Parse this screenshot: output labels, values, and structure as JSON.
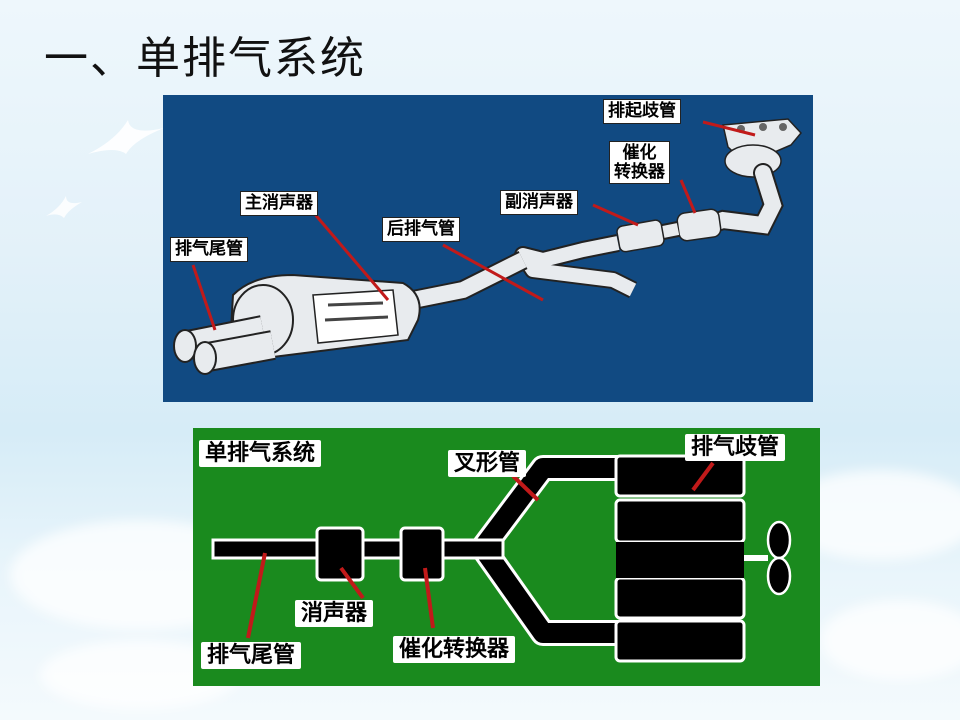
{
  "slide": {
    "title": "一、单排气系统"
  },
  "top_diagram": {
    "labels": {
      "exhaust_manifold": "排起歧管",
      "catalytic_converter_line1": "催化",
      "catalytic_converter_line2": "转换器",
      "secondary_muffler": "副消声器",
      "main_muffler": "主消声器",
      "rear_exhaust_pipe": "后排气管",
      "tail_pipe": "排气尾管"
    },
    "colors": {
      "background": "#114a82",
      "pipe": "#e8ebee",
      "leader": "#c11a1a"
    }
  },
  "bottom_diagram": {
    "labels": {
      "system_title": "单排气系统",
      "y_pipe": "叉形管",
      "exhaust_manifold": "排气歧管",
      "muffler": "消声器",
      "tail_pipe": "排气尾管",
      "catalytic_converter": "催化转换器"
    },
    "colors": {
      "background": "#1a8a1e",
      "component": "#000000",
      "outline": "#ffffff",
      "leader": "#c11a1a"
    }
  }
}
